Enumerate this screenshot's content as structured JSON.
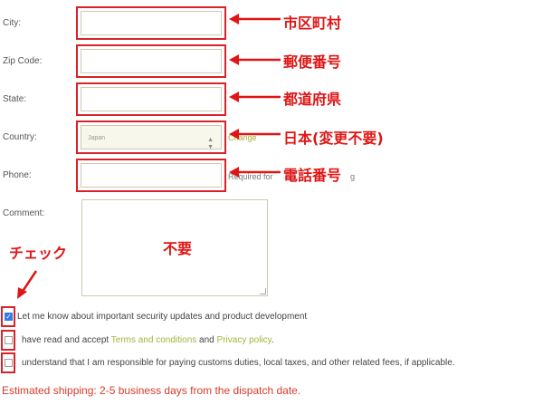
{
  "form": {
    "city_label": "City:",
    "zip_label": "Zip Code:",
    "state_label": "State:",
    "country_label": "Country:",
    "country_value": "Japan",
    "change_link": "Change",
    "phone_label": "Phone:",
    "phone_hint": "Required for",
    "phone_hint_tail": "g",
    "comment_label": "Comment:"
  },
  "checkboxes": [
    {
      "text": "Let me know about important security updates and product development",
      "checked": true
    },
    {
      "text_before": "have read and accept ",
      "link1": "Terms and conditions",
      "text_mid": " and ",
      "link2": "Privacy policy",
      "text_after": ".",
      "checked": false
    },
    {
      "text": "understand that I am responsible for paying customs duties, local taxes, and other related fees, if applicable.",
      "checked": false
    }
  ],
  "shipping": "Estimated shipping: 2-5 business days from the dispatch date.",
  "annotations": {
    "city": "市区町村",
    "zip": "郵便番号",
    "state": "都道府県",
    "country": "日本(変更不要)",
    "phone": "電話番号",
    "comment": "不要",
    "check": "チェック"
  },
  "colors": {
    "annotation_red": "#d8232a",
    "link_green": "#a6b33a",
    "shipping_red": "#d63a2a",
    "checkbox_blue": "#2f7ee6"
  }
}
